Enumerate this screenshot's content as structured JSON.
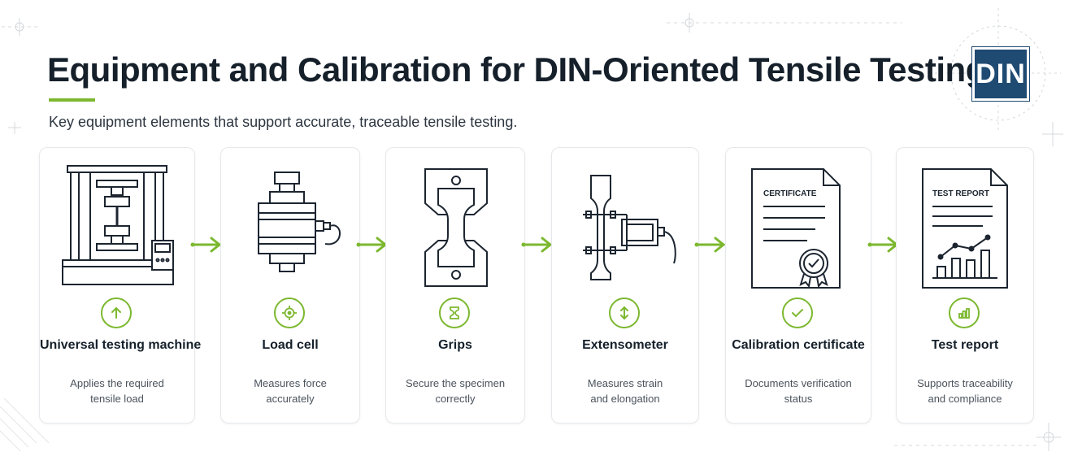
{
  "header": {
    "title": "Equipment and Calibration for DIN-Oriented Tensile Testing",
    "subtitle": "Key equipment elements that support accurate, traceable tensile testing.",
    "logo_text": "DIN"
  },
  "colors": {
    "accent": "#7cb82f",
    "logo": "#1f4a72",
    "text": "#15202b",
    "muted": "#4a535c"
  },
  "steps": [
    {
      "title": "Universal testing machine",
      "desc": [
        "Applies the required",
        "tensile load"
      ],
      "icon": "up-arrow-icon"
    },
    {
      "title": "Load cell",
      "desc": [
        "Measures force",
        "accurately"
      ],
      "icon": "target-icon"
    },
    {
      "title": "Grips",
      "desc": [
        "Secure the specimen",
        "correctly"
      ],
      "icon": "grip-icon"
    },
    {
      "title": "Extensometer",
      "desc": [
        "Measures strain",
        "and elongation"
      ],
      "icon": "vertical-arrows-icon"
    },
    {
      "title": "Calibration certificate",
      "desc": [
        "Documents verification",
        "status"
      ],
      "icon": "check-icon"
    },
    {
      "title": "Test report",
      "desc": [
        "Supports traceability",
        "and compliance"
      ],
      "icon": "bar-chart-icon"
    }
  ],
  "illustrations": {
    "certificate_label": "CERTIFICATE",
    "report_label": "TEST REPORT"
  }
}
